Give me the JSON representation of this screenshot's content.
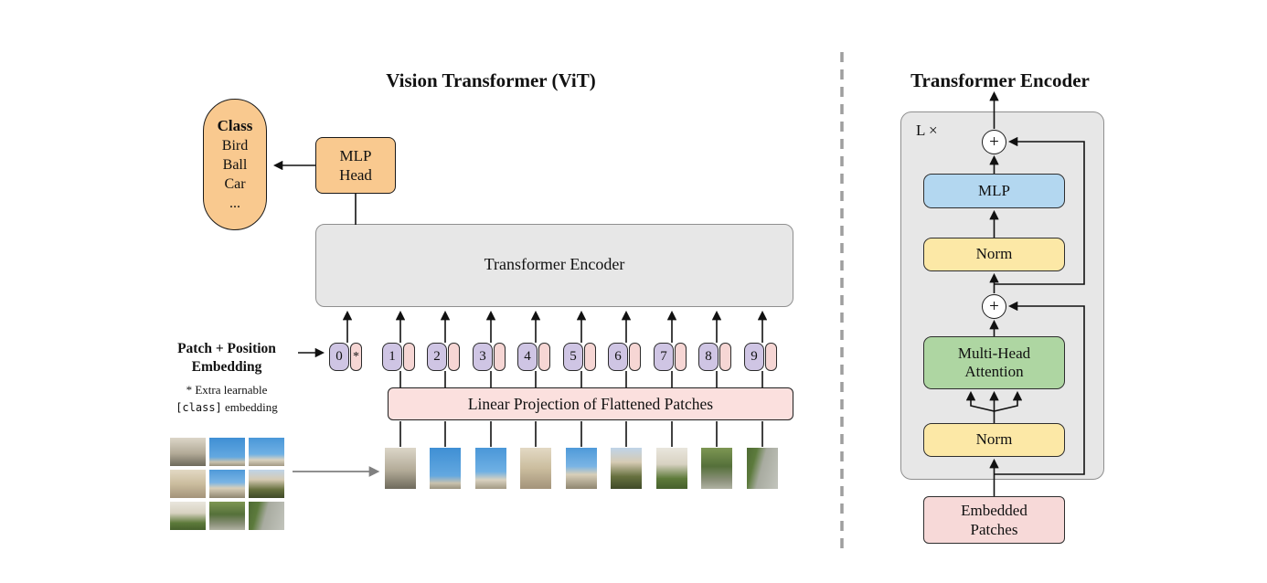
{
  "palette": {
    "orange": "#F9C98F",
    "gray_box": "#E7E7E7",
    "purple_token": "#CFC5E4",
    "pink_patch": "#F6D6D4",
    "pink_projection": "#FBE0DE",
    "yellow_norm": "#FCE8A6",
    "green_attention": "#AED6A2",
    "blue_mlp": "#B3D7F0",
    "pink_embedded": "#F7D9D8"
  },
  "vit": {
    "title": "Vision Transformer (ViT)",
    "class_bubble": {
      "heading": "Class",
      "items": [
        "Bird",
        "Ball",
        "Car",
        "..."
      ]
    },
    "mlp_head": {
      "line1": "MLP",
      "line2": "Head"
    },
    "encoder_label": "Transformer Encoder",
    "patch_position": {
      "line1": "Patch + Position",
      "line2": "Embedding"
    },
    "note": {
      "line1": "* Extra learnable",
      "class_token": "[class]",
      "rest": " embedding"
    },
    "linear_projection": "Linear Projection of Flattened Patches",
    "tokens": [
      {
        "num": "0",
        "patch": "*"
      },
      {
        "num": "1",
        "patch": ""
      },
      {
        "num": "2",
        "patch": ""
      },
      {
        "num": "3",
        "patch": ""
      },
      {
        "num": "4",
        "patch": ""
      },
      {
        "num": "5",
        "patch": ""
      },
      {
        "num": "6",
        "patch": ""
      },
      {
        "num": "7",
        "patch": ""
      },
      {
        "num": "8",
        "patch": ""
      },
      {
        "num": "9",
        "patch": ""
      }
    ]
  },
  "encoder": {
    "title": "Transformer Encoder",
    "loop_label": "L ×",
    "plus": "+",
    "blocks": {
      "mlp": "MLP",
      "norm_top": "Norm",
      "attention": {
        "line1": "Multi-Head",
        "line2": "Attention"
      },
      "norm_bottom": "Norm",
      "embedded": {
        "line1": "Embedded",
        "line2": "Patches"
      }
    }
  }
}
